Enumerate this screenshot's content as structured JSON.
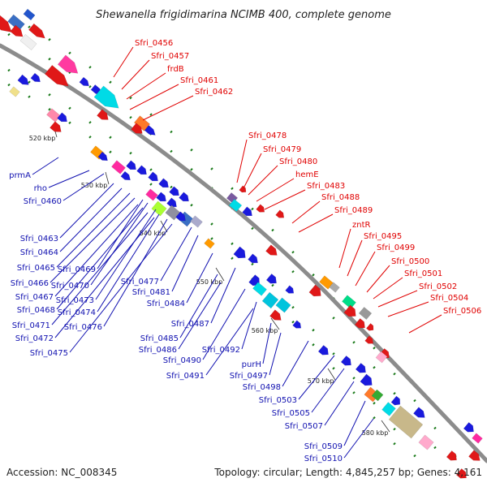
{
  "header": {
    "title": "Shewanella frigidimarina NCIMB 400, complete genome"
  },
  "footer": {
    "accession": "Accession: NC_008345",
    "summary": "Topology: circular; Length: 4,845,257 bp; Genes: 4,161"
  },
  "colors": {
    "backbone": "#8c8c8c",
    "forward": "#e00000",
    "reverse": "#1010d0",
    "label_forward": "#e00000",
    "label_reverse": "#1010b0",
    "tick": "#1a7a1a"
  },
  "scale_marks": [
    "520 kbp",
    "530 kbp",
    "540 kbp",
    "550 kbp",
    "560 kbp",
    "570 kbp",
    "580 kbp"
  ],
  "labels_forward": [
    "Sfri_0456",
    "Sfri_0457",
    "frdB",
    "Sfri_0461",
    "Sfri_0462",
    "Sfri_0478",
    "Sfri_0479",
    "Sfri_0480",
    "hemE",
    "Sfri_0483",
    "Sfri_0488",
    "Sfri_0489",
    "zntR",
    "Sfri_0495",
    "Sfri_0499",
    "Sfri_0500",
    "Sfri_0501",
    "Sfri_0502",
    "Sfri_0504",
    "Sfri_0506"
  ],
  "labels_reverse": [
    "prmA",
    "rho",
    "Sfri_0460",
    "Sfri_0463",
    "Sfri_0464",
    "Sfri_0465",
    "Sfri_0469",
    "Sfri_0466",
    "Sfri_0470",
    "Sfri_0467",
    "Sfri_0473",
    "Sfri_0468",
    "Sfri_0474",
    "Sfri_0471",
    "Sfri_0476",
    "Sfri_0472",
    "Sfri_0475",
    "Sfri_0477",
    "Sfri_0481",
    "Sfri_0484",
    "Sfri_0487",
    "Sfri_0485",
    "Sfri_0486",
    "Sfri_0490",
    "Sfri_0492",
    "Sfri_0491",
    "purH",
    "Sfri_0497",
    "Sfri_0498",
    "Sfri_0503",
    "Sfri_0505",
    "Sfri_0507",
    "Sfri_0509",
    "Sfri_0510"
  ]
}
